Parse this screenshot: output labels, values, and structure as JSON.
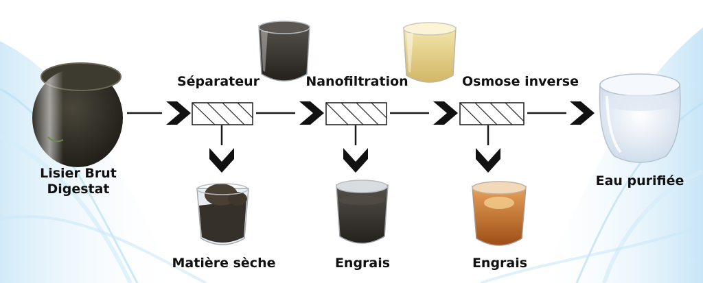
{
  "source": {
    "label_line1": "Lisier Brut",
    "label_line2": "Digestat"
  },
  "stages": [
    {
      "label": "Séparateur",
      "output": "Matière sèche"
    },
    {
      "label": "Nanofiltration",
      "output": "Engrais"
    },
    {
      "label": "Osmose inverse",
      "output": "Engrais"
    }
  ],
  "final": {
    "label": "Eau purifiée"
  },
  "colors": {
    "arrow": "#111111",
    "line": "#1a1a1a",
    "slurry": "#2b2a24",
    "dark_liquid": "#3a3630",
    "yellow_liquid": "#e7d38a",
    "amber_liquid": "#c9782e",
    "clear_water": "#e6eef7",
    "background_wave": "#bfe3f6"
  }
}
